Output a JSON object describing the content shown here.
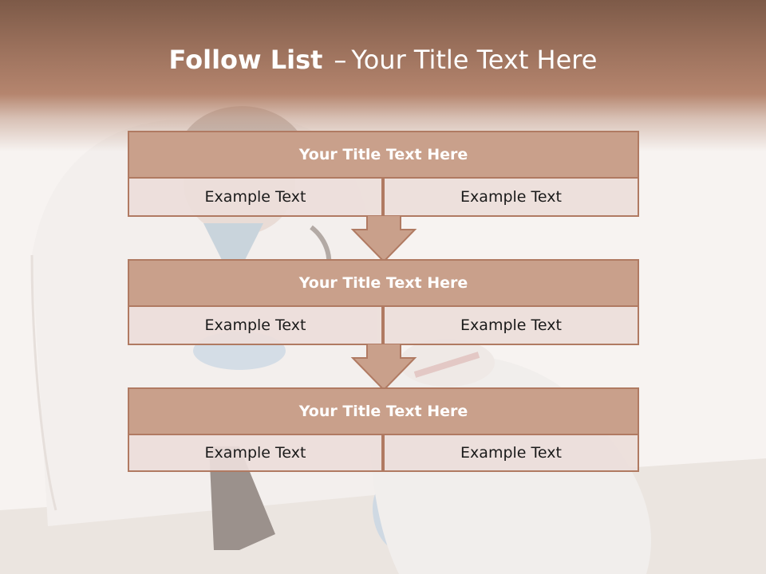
{
  "title": {
    "bold": "Follow List",
    "separator": "–",
    "rest": "Your Title Text Here"
  },
  "blocks": [
    {
      "heading": "Your Title Text Here",
      "left": "Example Text",
      "right": "Example Text"
    },
    {
      "heading": "Your Title Text Here",
      "left": "Example Text",
      "right": "Example Text"
    },
    {
      "heading": "Your Title Text Here",
      "left": "Example Text",
      "right": "Example Text"
    }
  ],
  "colors": {
    "header_band": "#9e735e",
    "block_heading": "#c9a08b",
    "block_border": "#b07a62",
    "cell_fill": "#ecdeda"
  }
}
